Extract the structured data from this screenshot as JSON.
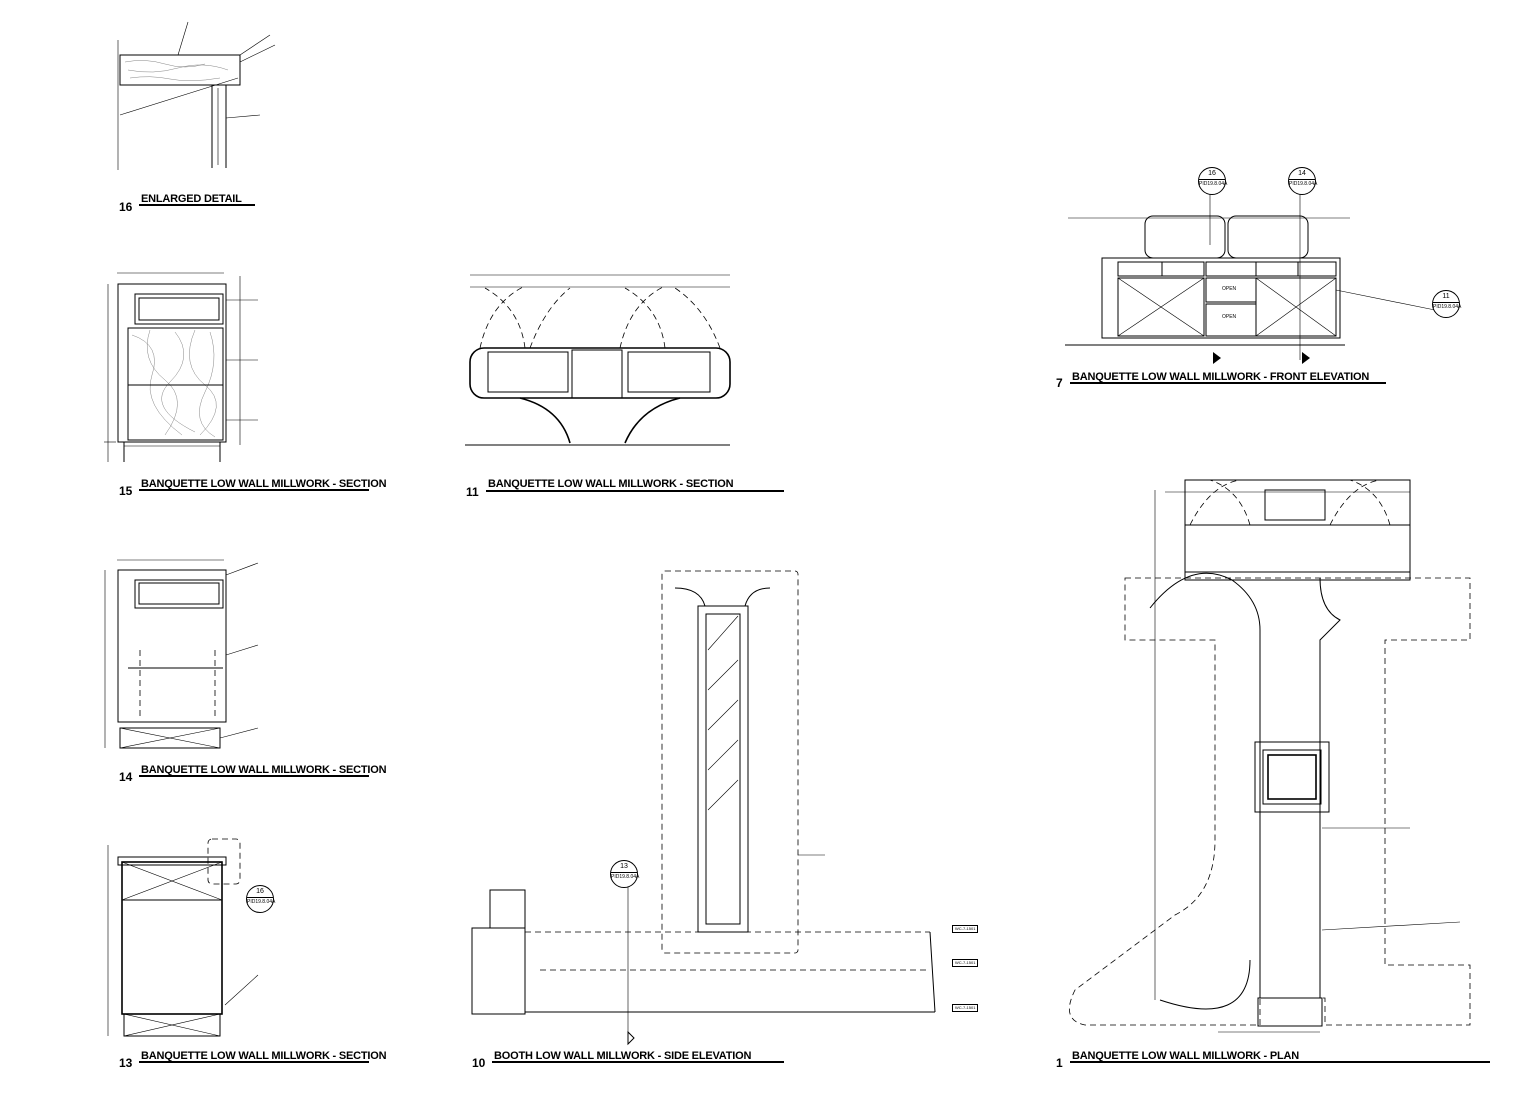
{
  "views": {
    "v16": {
      "number": "16",
      "title": "ENLARGED DETAIL"
    },
    "v15": {
      "number": "15",
      "title": "BANQUETTE LOW WALL MILLWORK - SECTION"
    },
    "v11": {
      "number": "11",
      "title": "BANQUETTE LOW WALL MILLWORK - SECTION"
    },
    "v14": {
      "number": "14",
      "title": "BANQUETTE LOW WALL MILLWORK - SECTION"
    },
    "v13": {
      "number": "13",
      "title": "BANQUETTE LOW WALL MILLWORK - SECTION"
    },
    "v10": {
      "number": "10",
      "title": "BOOTH LOW WALL MILLWORK - SIDE ELEVATION"
    },
    "v7": {
      "number": "7",
      "title": "BANQUETTE LOW WALL MILLWORK - FRONT ELEVATION"
    },
    "v1": {
      "number": "1",
      "title": "BANQUETTE LOW WALL MILLWORK - PLAN"
    }
  },
  "callouts": {
    "c7a": {
      "top": "16",
      "bottom": "PID19.8.04A"
    },
    "c7b": {
      "top": "14",
      "bottom": "PID19.8.04A"
    },
    "c7c": {
      "top": "11",
      "bottom": "PID19.8.04A"
    },
    "c10": {
      "top": "13",
      "bottom": "PID19.8.04A"
    },
    "c13": {
      "top": "16",
      "bottom": "PID19.8.04A"
    }
  },
  "labels": {
    "open1": "OPEN",
    "open2": "OPEN",
    "wc1": "WC-7-1501",
    "wc2": "WC-7-1501",
    "wc3": "WC-7-1501"
  }
}
